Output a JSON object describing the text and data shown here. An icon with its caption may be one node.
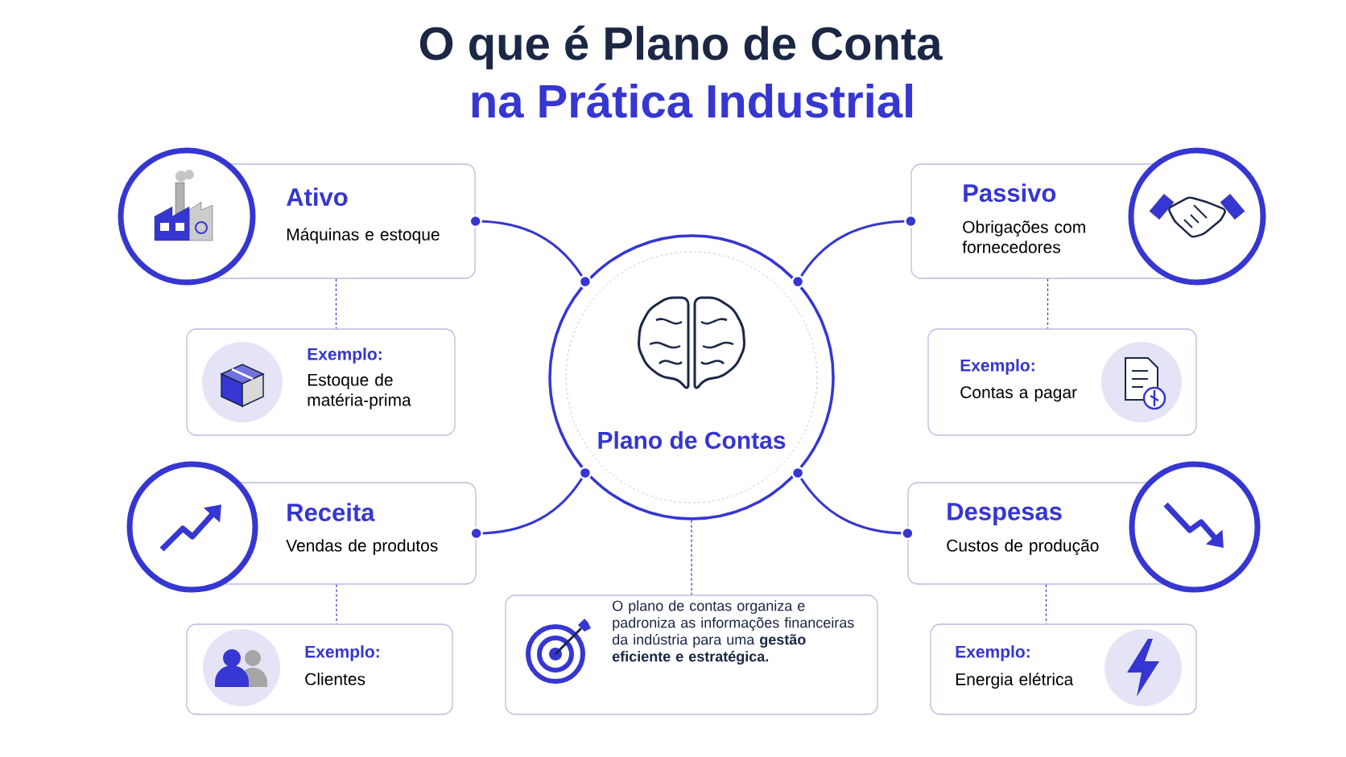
{
  "diagram": {
    "title": "O que é Plano de Conta",
    "labels": [
      "na Prática Industrial"
    ],
    "nodes": [
      {
        "text": [
          "Plano de Contas"
        ]
      },
      {
        "text": [
          "Ativo",
          "Máquinas e estoque"
        ]
      },
      {
        "text": [
          "Exemplo:",
          "Estoque de matéria-prima"
        ]
      },
      {
        "text": [
          "Passivo",
          "Obrigações com fornecedores"
        ]
      },
      {
        "text": [
          "Exemplo:",
          "Contas a pagar"
        ]
      },
      {
        "text": [
          "Receita",
          "Vendas de produtos"
        ]
      },
      {
        "text": [
          "Exemplo:",
          "Clientes"
        ]
      },
      {
        "text": [
          "Despesas",
          "Custos de produção"
        ]
      },
      {
        "text": [
          "Exemplo:",
          "Energia elétrica"
        ]
      },
      {
        "text": [
          "O plano de contas organiza e padroniza as informações financeiras da indústria para uma **gestão eficiente e estratégica.**"
        ]
      }
    ],
    "edges": [
      {
        "from": 0,
        "to": 1,
        "arrow": "other"
      },
      {
        "from": 0,
        "to": 3,
        "arrow": "other"
      },
      {
        "from": 0,
        "to": 5,
        "arrow": "other"
      },
      {
        "from": 0,
        "to": 7,
        "arrow": "other"
      },
      {
        "from": 1,
        "to": 2,
        "arrow": "none",
        "style": "dashed"
      },
      {
        "from": 3,
        "to": 4,
        "arrow": "none",
        "style": "dashed"
      },
      {
        "from": 5,
        "to": 6,
        "arrow": "none",
        "style": "dashed"
      },
      {
        "from": 7,
        "to": 8,
        "arrow": "none",
        "style": "dashed"
      },
      {
        "from": 0,
        "to": 9,
        "arrow": "none",
        "style": "dashed"
      }
    ]
  }
}
